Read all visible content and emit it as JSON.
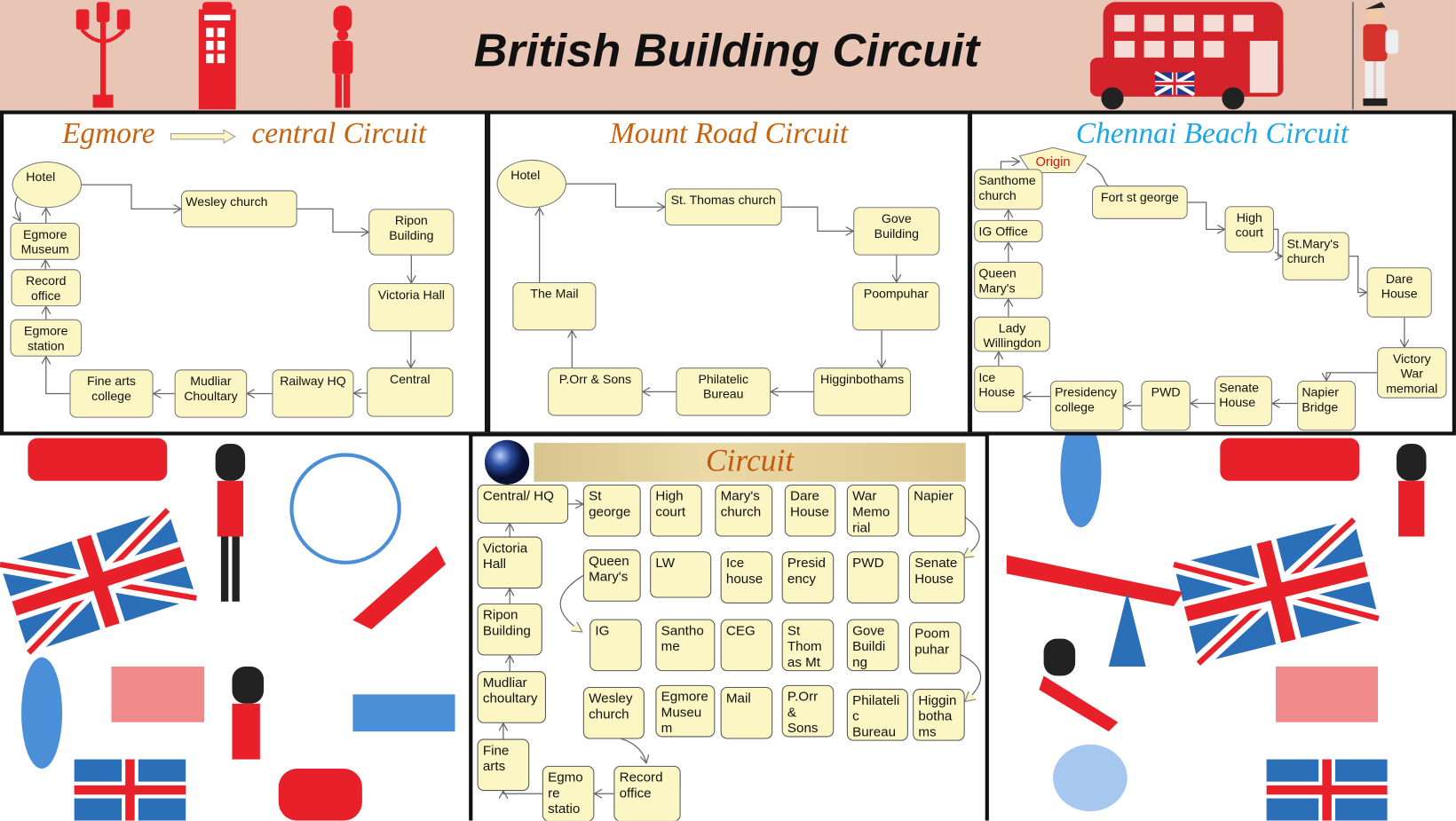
{
  "header": {
    "title": "British Building Circuit"
  },
  "colors": {
    "header_bg": "#e8c5b5",
    "box_fill": "#fbf6c3",
    "title_orange": "#c8620f",
    "title_blue": "#1ea7e4",
    "origin_red": "#e01010"
  },
  "panels": [
    {
      "title_left": "Egmore",
      "title_right": "central Circuit",
      "nodes": [
        "Hotel",
        "Wesley church",
        "Ripon Building",
        "Victoria Hall",
        "Central",
        "Railway HQ",
        "Mudliar Choultary",
        "Fine arts college",
        "Egmore station",
        "Record office",
        "Egmore Museum"
      ]
    },
    {
      "title": "Mount Road Circuit",
      "nodes": [
        "Hotel",
        "St. Thomas church",
        "Gove Building",
        "Poompuhar",
        "Higginbothams",
        "Philatelic Bureau",
        "P.Orr & Sons",
        "The Mail"
      ]
    },
    {
      "title": "Chennai Beach Circuit",
      "origin": "Origin",
      "nodes": [
        "Fort st george",
        "High court",
        "St.Mary's church",
        "Dare House",
        "Victory War memorial",
        "Napier Bridge",
        "Senate House",
        "PWD",
        "Presidency college",
        "Ice House",
        "Lady Willingdon",
        "Queen Mary's",
        "IG Office",
        "Santhome church"
      ]
    },
    {
      "title": "Circuit",
      "nodes": [
        "Central/ HQ",
        "St george",
        "High court",
        "Mary's church",
        "Dare House",
        "War Memo rial",
        "Napier",
        "Victoria Hall",
        "Queen Mary's",
        "LW",
        "Ice house",
        "Presid ency",
        "PWD",
        "Senate House",
        "Ripon Building",
        "IG",
        "Santho me",
        "CEG",
        "St Thom as Mt",
        "Gove Buildi ng",
        "Poom puhar",
        "Mudliar choultary",
        "Wesley church",
        "Egmore Museu m",
        "Mail",
        "P.Orr & Sons",
        "Philateli c Bureau",
        "Higgin botha ms",
        "Fine arts",
        "Egmo re statio",
        "Record office"
      ]
    }
  ]
}
